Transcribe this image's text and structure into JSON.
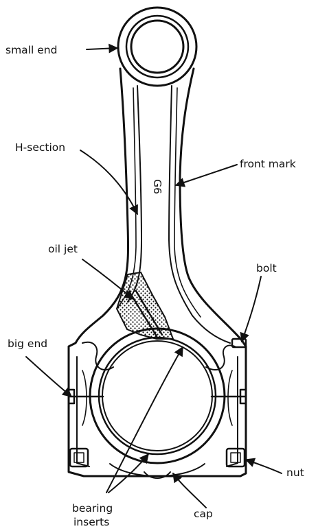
{
  "labels": {
    "small_end": "small end",
    "h_section": "H-section",
    "front_mark": "front mark",
    "oil_jet": "oil jet",
    "bolt": "bolt",
    "big_end": "big end",
    "nut": "nut",
    "bearing_inserts_line1": "bearing",
    "bearing_inserts_line2": "inserts",
    "cap": "cap"
  },
  "marking": "G6",
  "colors": {
    "ink": "#111111",
    "background": "#ffffff"
  }
}
